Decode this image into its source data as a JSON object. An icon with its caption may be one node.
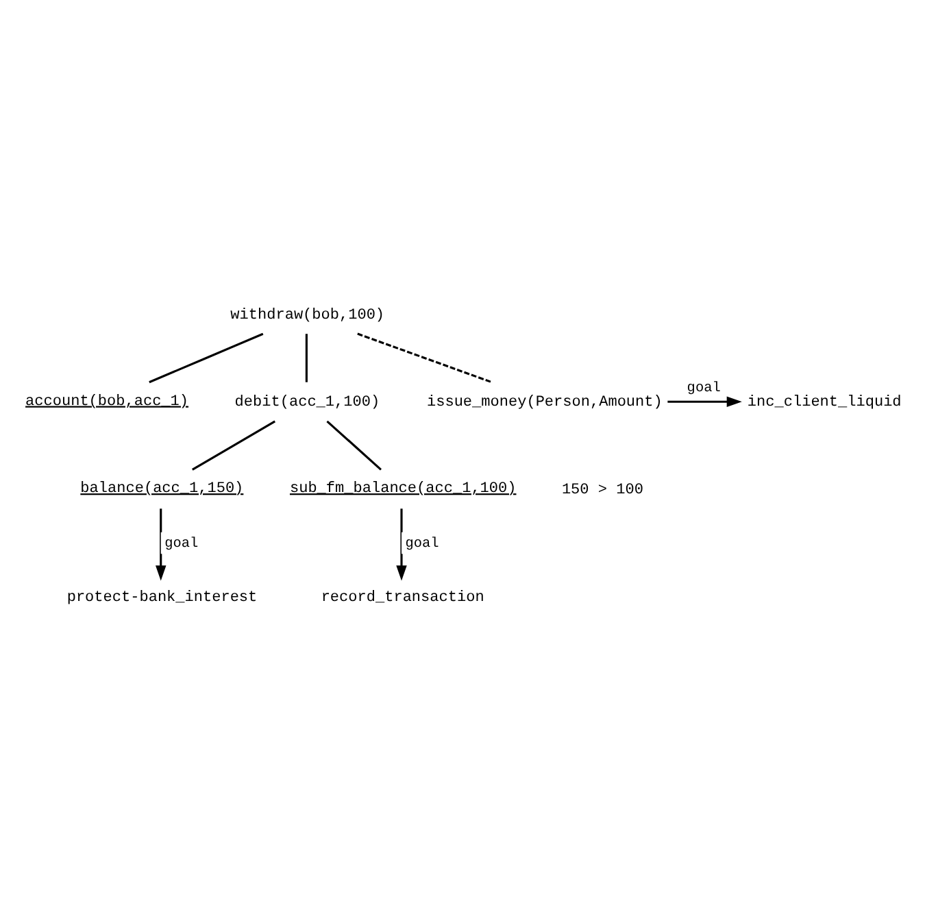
{
  "diagram": {
    "nodes": [
      {
        "text": [
          "withdraw(bob,100)"
        ]
      },
      {
        "text": [
          "account(bob,acc_1)"
        ]
      },
      {
        "text": [
          "debit(acc_1,100)"
        ]
      },
      {
        "text": [
          "issue_money(Person,Amount)"
        ]
      },
      {
        "text": [
          "inc_client_liquid"
        ]
      },
      {
        "text": [
          "balance(acc_1,150)"
        ]
      },
      {
        "text": [
          "sub_fm_balance(acc_1,100)"
        ]
      },
      {
        "text": [
          "protect-bank_interest"
        ]
      },
      {
        "text": [
          "record_transaction"
        ]
      }
    ],
    "edges": [
      {
        "from": 0,
        "to": 1,
        "arrow": "none"
      },
      {
        "from": 0,
        "to": 2,
        "arrow": "none"
      },
      {
        "from": 0,
        "to": 3,
        "arrow": "none",
        "style": "dashed"
      },
      {
        "from": 3,
        "to": 4,
        "arrow": "to",
        "label": "goal"
      },
      {
        "from": 2,
        "to": 5,
        "arrow": "none"
      },
      {
        "from": 2,
        "to": 6,
        "arrow": "none"
      },
      {
        "from": 5,
        "to": 7,
        "arrow": "to",
        "label": "goal"
      },
      {
        "from": 6,
        "to": 8,
        "arrow": "to",
        "label": "goal"
      }
    ],
    "labels": [
      "150 > 100"
    ]
  }
}
